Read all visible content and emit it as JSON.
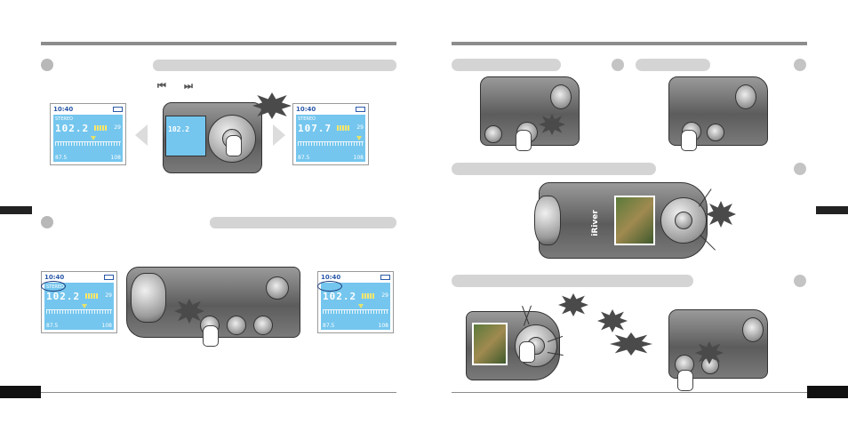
{
  "left_page": {
    "section1": {
      "skip_glyphs": {
        "prev": "⏮",
        "next": "⏭"
      },
      "lcd_left": {
        "time": "10:40",
        "stereo": "STEREO",
        "freq": "102.2",
        "ch": "29",
        "lo": "87.5",
        "hi": "108"
      },
      "device_lcd": {
        "freq": "102.2"
      },
      "lcd_right": {
        "time": "10:40",
        "stereo": "STEREO",
        "freq": "107.7",
        "ch": "29",
        "lo": "87.5",
        "hi": "108"
      }
    },
    "section2": {
      "lcd_left": {
        "time": "10:40",
        "stereo": "STEREO",
        "freq": "102.2",
        "ch": "29",
        "lo": "87.5",
        "hi": "108"
      },
      "lcd_right": {
        "time": "10:40",
        "stereo": "",
        "freq": "102.2",
        "ch": "29",
        "lo": "87.5",
        "hi": "108"
      }
    }
  },
  "right_page": {
    "device_brand": "iRiver"
  },
  "colors": {
    "lcd_blue": "#75c6ee",
    "header_gray": "#d4d4d4",
    "rule_gray": "#8c8c8c",
    "tab_black": "#111111"
  },
  "icons": [
    "left-arrow-icon",
    "right-arrow-icon",
    "pointing-hand-icon",
    "burst-icon",
    "battery-icon",
    "clock-icon",
    "signal-icon"
  ]
}
